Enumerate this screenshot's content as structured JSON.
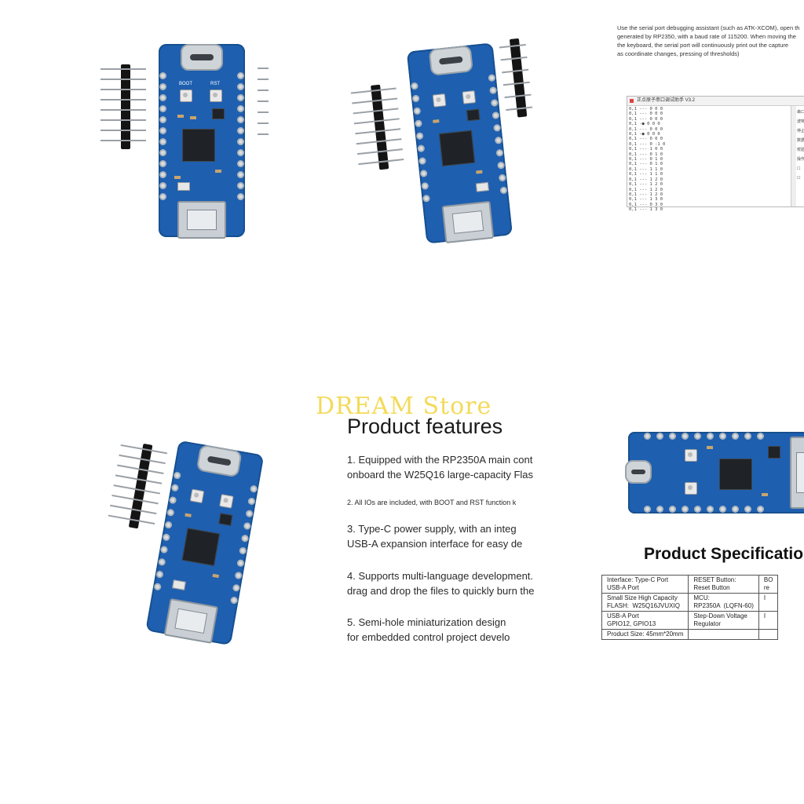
{
  "tile1": {
    "labels": {
      "boot": "BOOT",
      "rst": "RST"
    }
  },
  "instructions": {
    "lines": [
      "Use the serial port debugging assistant (such as ATK-XCOM), open th",
      "generated by RP2350, with a baud rate of 115200. When moving the",
      "the keyboard, the serial port will continuously print out the capture",
      "as coordinate changes, pressing of thresholds)"
    ],
    "window_title": "正点原子串口调试助手 V3.2",
    "log_lines": [
      "0,1 --- 0 0 0",
      "0,1 --- 0 0 0",
      "0,1 --- 0 0 0",
      "0,1 -● 0 0 0",
      "0,1 --- 0 0 0",
      "0,1 -● 0 0 0",
      "0,1 --- 0 0 0",
      "0,1 --- 0 -1 0",
      "0,1 --- 1 0 0",
      "0,1 --- 0 1 0",
      "0,1 --- 0 1 0",
      "0,1 --- 0 1 0",
      "0,1 --- 1 1 0",
      "0,1 --- 1 1 0",
      "0,1 --- 1 2 0",
      "0,1 --- 1 2 0",
      "0,1 --- 1 2 0",
      "0,1 --- 1 2 0",
      "0,1 --- 1 3 0",
      "0,1 --- 0 3 0",
      "0,1 --- 1 3 0"
    ],
    "side_items": [
      "串口",
      "波特",
      "停止",
      "数据",
      "校验",
      "操作",
      "",
      ""
    ]
  },
  "watermark": "DREAM Store",
  "features": {
    "title": "Product features",
    "items": [
      "1. Equipped with the RP2350A main cont",
      "onboard the W25Q16 large-capacity Flas",
      "2. All IOs are included, with BOOT and RST function k",
      "3. Type-C power supply, with an integ",
      "USB-A expansion interface for easy de",
      "4. Supports multi-language development.",
      "drag and drop the files to quickly burn the",
      "5. Semi-hole miniaturization design",
      "for embedded control project develo"
    ]
  },
  "spec": {
    "title": "Product Specificatio",
    "rows": [
      [
        "Interface: Type-C Port\nUSB-A Port",
        "RESET Button:\nReset Button",
        "BO\nre"
      ],
      [
        "Small Size High Capacity\nFLASH:  W25Q16JVUXIQ",
        "MCU:\nRP2350A  (LQFN-60)",
        "I"
      ],
      [
        "USB-A Port\nGPIO12, GPIO13",
        "Step-Down Voltage\nRegulator",
        "I"
      ],
      [
        "Product Size: 45mm*20mm",
        "",
        ""
      ]
    ]
  }
}
